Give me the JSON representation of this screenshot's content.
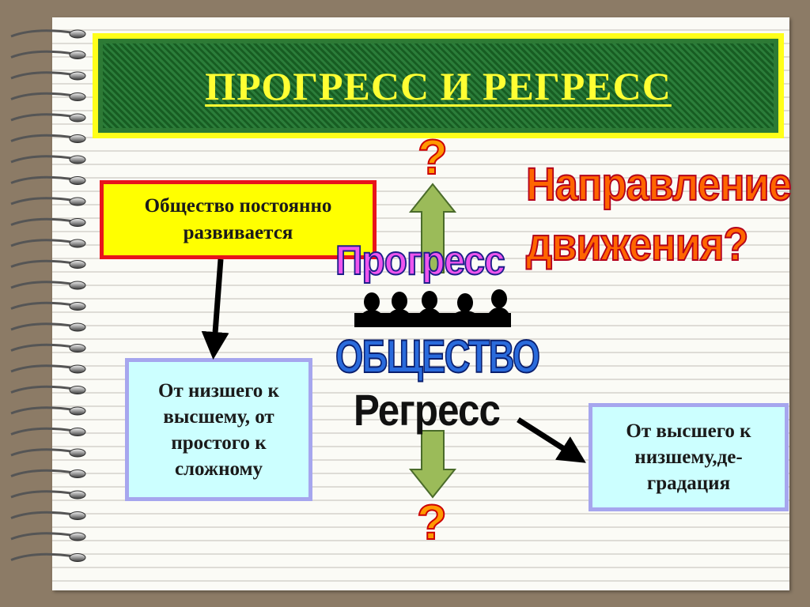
{
  "title": "ПРОГРЕСС И РЕГРЕСС",
  "boxes": {
    "society_develops": [
      "Общество постоянно",
      "развивается"
    ],
    "low_to_high": [
      "От низшего к",
      "высшему, от",
      "простого к",
      "сложному"
    ],
    "high_to_low": [
      "От высшего к",
      "низшему,де-",
      "градация"
    ]
  },
  "wordart": {
    "progress": "Прогресс",
    "direction_line1": "Направление",
    "direction_line2": "движения?",
    "society": "ОБЩЕСТВО",
    "regress": "Регресс"
  },
  "question_marks": {
    "top": "?",
    "bottom": "?"
  },
  "colors": {
    "background": "#8c7b66",
    "title_fill": "#1f6b2c",
    "title_border": "#ffff1a",
    "title_text": "#ffff33",
    "yellow_box": "#ffff00",
    "yellow_box_border": "#e8141c",
    "cyan_box": "#ccffff",
    "cyan_box_border": "#a6a6ee",
    "arrow_fill": "#9bbb59",
    "progress_text": "#ee55ee",
    "direction_text": "#ff6600",
    "society_text": "#2a6bdc",
    "question_mark": "#ff9900"
  },
  "icons": [
    "spiral-binding-icon",
    "people-silhouettes-icon",
    "up-arrow-icon",
    "down-arrow-icon"
  ]
}
